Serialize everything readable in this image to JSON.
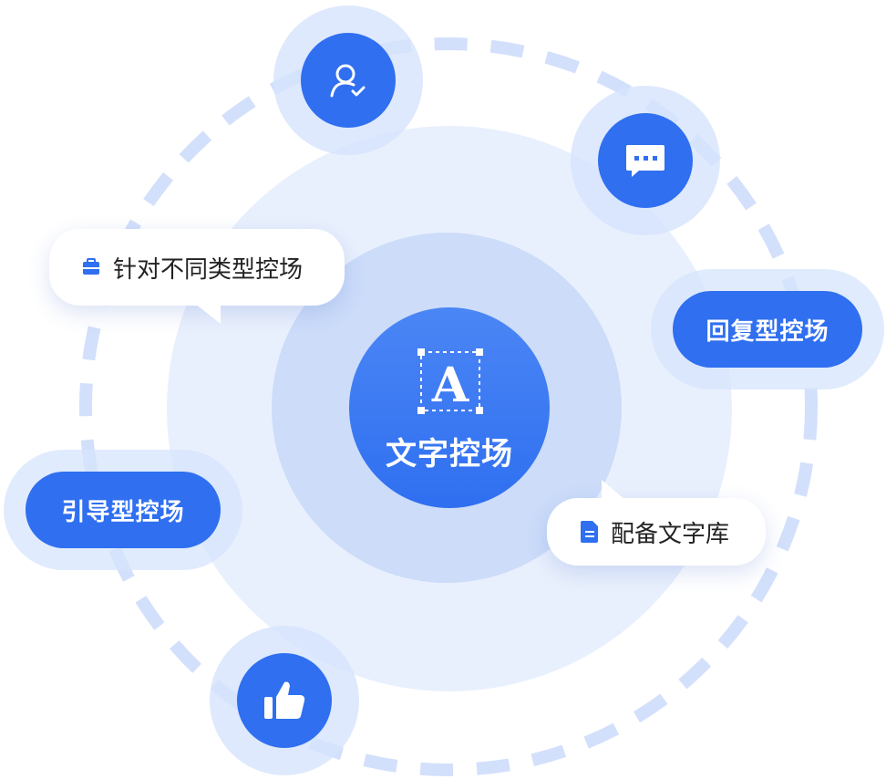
{
  "center": {
    "title": "文字控场",
    "glyph": "A"
  },
  "pills": {
    "reply": "回复型控场",
    "guide": "引导型控场"
  },
  "bubbles": {
    "types": "针对不同类型控场",
    "library": "配备文字库"
  },
  "icons": [
    "user-check-icon",
    "chat-icon",
    "thumbs-up-icon",
    "toolbox-icon",
    "document-icon"
  ],
  "colors": {
    "primary": "#2f6ff0",
    "ring": "#d6e4fc",
    "dash": "#d3e0fb"
  }
}
